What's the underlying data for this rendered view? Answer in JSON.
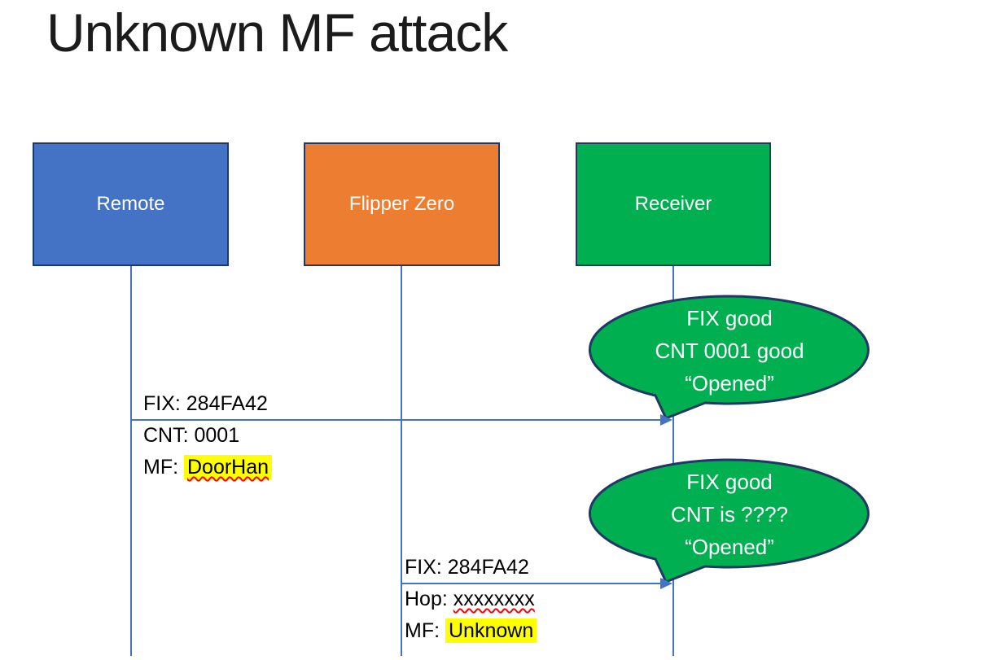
{
  "slide": {
    "title": "Unknown MF attack"
  },
  "actors": [
    {
      "label": "Remote",
      "fill": "#4472C4"
    },
    {
      "label": "Flipper Zero",
      "fill": "#ED7D31"
    },
    {
      "label": "Receiver",
      "fill": "#00B050"
    }
  ],
  "messages": [
    {
      "line1": "FIX: 284FA42",
      "line2": "CNT: 0001",
      "line3_prefix": "MF: ",
      "line3_value": "DoorHan"
    },
    {
      "line1": "FIX: 284FA42",
      "line2_prefix": "Hop: ",
      "line2_value": "xxxxxxxx",
      "line3_prefix": "MF: ",
      "line3_value": "Unknown"
    }
  ],
  "callouts": [
    {
      "line1": "FIX good",
      "line2": "CNT 0001 good",
      "line3": "“Opened”"
    },
    {
      "line1": "FIX good",
      "line2": "CNT is ????",
      "line3": "“Opened”"
    }
  ],
  "colors": {
    "actor_remote": "#4472C4",
    "actor_flipper": "#ED7D31",
    "actor_receiver": "#00B050",
    "shape_border": "#1F3864",
    "connector": "#4472C4",
    "bubble_fill": "#00B050",
    "bubble_border": "#1F3864",
    "highlight": "#FFFF00",
    "spellcheck_underline": "#FF0000",
    "text_dark": "#000000",
    "text_light": "#FFFFFF"
  }
}
